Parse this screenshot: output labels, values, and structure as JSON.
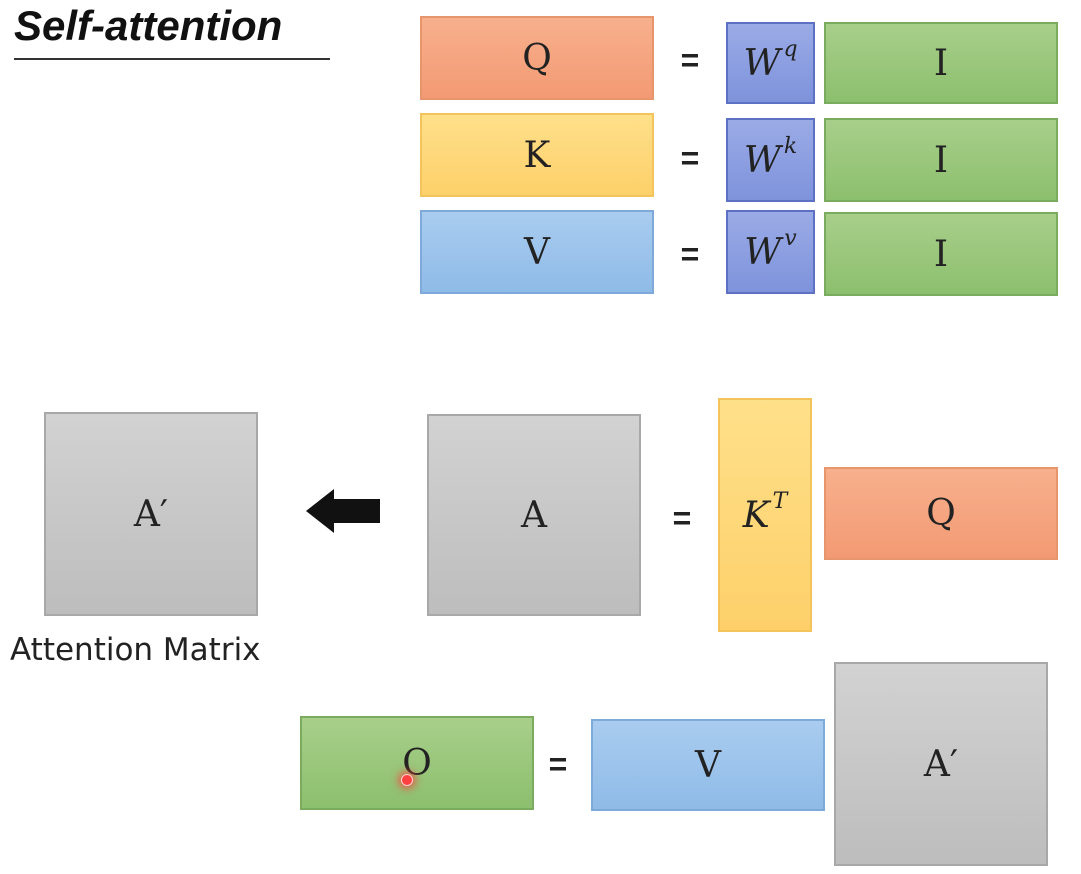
{
  "title": "Self-attention",
  "equals_sign": "=",
  "rows": [
    {
      "lhs": "Q",
      "w_base": "W",
      "w_sup": "q",
      "rhs": "I"
    },
    {
      "lhs": "K",
      "w_base": "W",
      "w_sup": "k",
      "rhs": "I"
    },
    {
      "lhs": "V",
      "w_base": "W",
      "w_sup": "v",
      "rhs": "I"
    }
  ],
  "attention": {
    "a_prime": "A′",
    "a": "A",
    "kt_base": "K",
    "kt_sup": "T",
    "q": "Q",
    "caption": "Attention Matrix"
  },
  "output": {
    "o": "O",
    "v": "V",
    "a_prime": "A′"
  },
  "colors": {
    "query": "#f4a27d",
    "key": "#fed877",
    "value": "#9cc3eb",
    "input": "#98c77b",
    "weight": "#8b9fe0",
    "matrix": "#c8c8c8"
  }
}
